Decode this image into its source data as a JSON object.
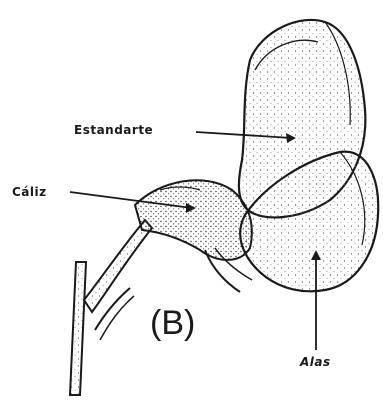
{
  "labels": {
    "estandarte": "Estandarte",
    "caliz": "Cáliz",
    "alas": "Alas",
    "panel": "(B)"
  },
  "colors": {
    "ink": "#1a1a1a",
    "paper": "#ffffff"
  }
}
